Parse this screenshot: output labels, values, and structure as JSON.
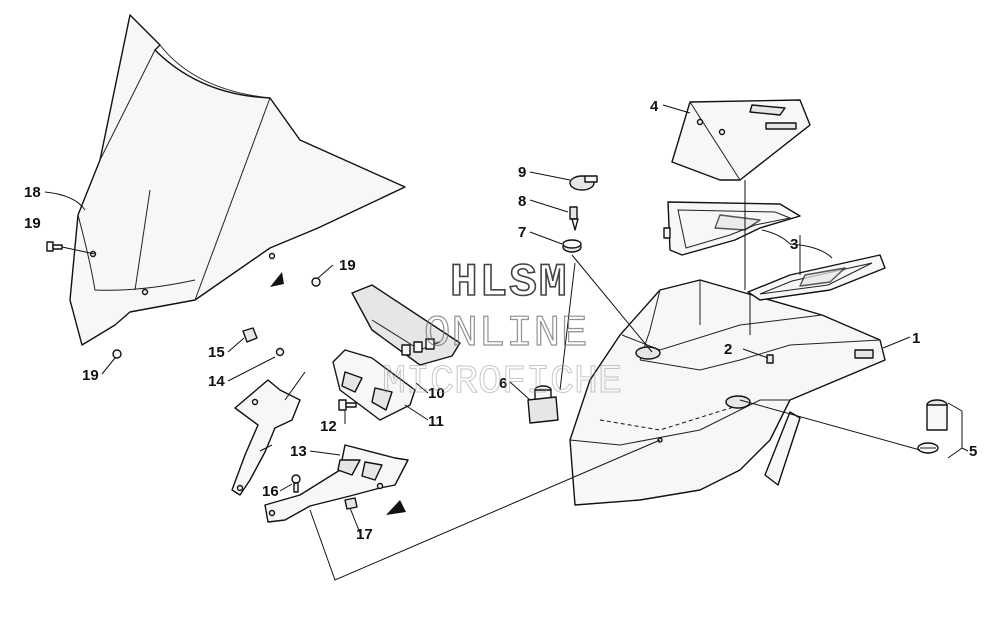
{
  "callouts": {
    "c1": "1",
    "c2": "2",
    "c3": "3",
    "c4": "4",
    "c5": "5",
    "c6": "6",
    "c7": "7",
    "c8": "8",
    "c9": "9",
    "c10": "10",
    "c11": "11",
    "c12": "12",
    "c13": "13",
    "c14": "14",
    "c15": "15",
    "c16": "16",
    "c17": "17",
    "c18": "18",
    "c19a": "19",
    "c19b": "19",
    "c19c": "19"
  },
  "watermark": {
    "line1": "HLSM",
    "line2": "ONLINE",
    "line3": "MICROFICHE"
  },
  "icons": {
    "windshield": "windshield-part",
    "hood": "hood-panel-part",
    "gauge_bracket": "bracket-part",
    "pointer": "arrow-pointer-icon"
  }
}
